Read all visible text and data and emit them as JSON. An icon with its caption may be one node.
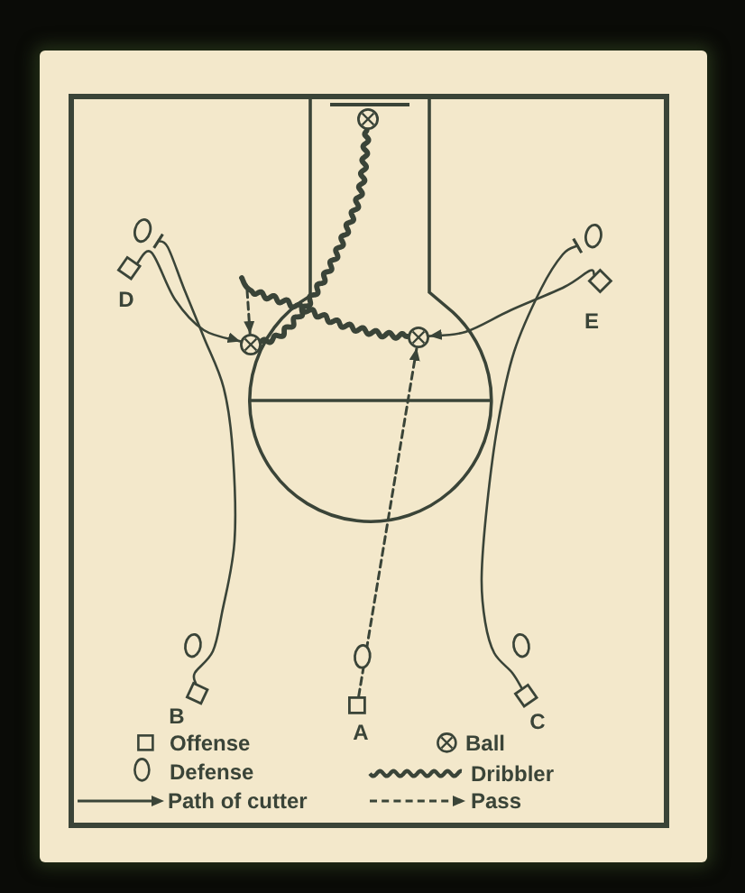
{
  "diagram": {
    "nodes": [
      {
        "text": [],
        "shape": "circle"
      },
      {
        "text": [],
        "shape": "oval"
      },
      {
        "text": [],
        "shape": "oval"
      },
      {
        "text": [],
        "shape": "box",
        "beside": [
          "D"
        ]
      },
      {
        "text": [],
        "shape": "box",
        "beside": [
          "E"
        ]
      },
      {
        "text": [],
        "shape": "circle"
      },
      {
        "text": [],
        "shape": "circle"
      },
      {
        "text": [],
        "shape": "oval"
      },
      {
        "text": [],
        "shape": "oval"
      },
      {
        "text": [],
        "shape": "oval"
      },
      {
        "text": [],
        "shape": "box",
        "beside": [
          "B"
        ]
      },
      {
        "text": [],
        "shape": "box",
        "beside": [
          "A"
        ]
      },
      {
        "text": [],
        "shape": "box",
        "beside": [
          "C"
        ]
      }
    ],
    "edges": [
      {
        "from": 3,
        "to": 5,
        "arrow": "to"
      },
      {
        "from": 10,
        "to": 1,
        "arrow": "other"
      },
      {
        "from": 4,
        "to": 6,
        "arrow": "to"
      },
      {
        "from": 12,
        "to": 2,
        "arrow": "other"
      },
      {
        "from": 0,
        "to": 5,
        "arrow": "none",
        "style": "thick"
      },
      {
        "from": null,
        "to": 5,
        "arrow": "to",
        "style": "dashed"
      },
      {
        "from": null,
        "to": 6,
        "arrow": "none",
        "style": "thick"
      },
      {
        "from": 11,
        "to": 6,
        "arrow": "to",
        "style": "dashed"
      }
    ],
    "legend": [
      {
        "text": "Offense"
      },
      {
        "text": "Ball"
      },
      {
        "text": "Defense"
      },
      {
        "text": "Dribbler"
      },
      {
        "text": "Path of cutter"
      },
      {
        "text": "Pass"
      }
    ]
  }
}
